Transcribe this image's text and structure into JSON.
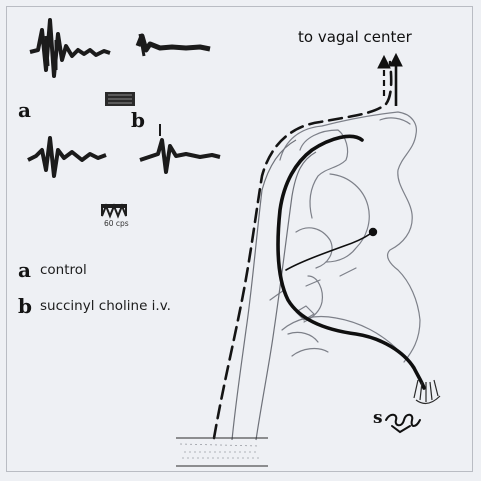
{
  "labels": {
    "top_title": "to vagal center",
    "trace_a": "a",
    "trace_b": "b",
    "calibration": "60 cps",
    "s_marker": "s"
  },
  "legend": [
    {
      "key": "a",
      "text": "control"
    },
    {
      "key": "b",
      "text": "succinyl choline i.v."
    }
  ],
  "colors": {
    "background": "#eef0f4",
    "ink": "#141414",
    "outline": "#8a8d94"
  }
}
